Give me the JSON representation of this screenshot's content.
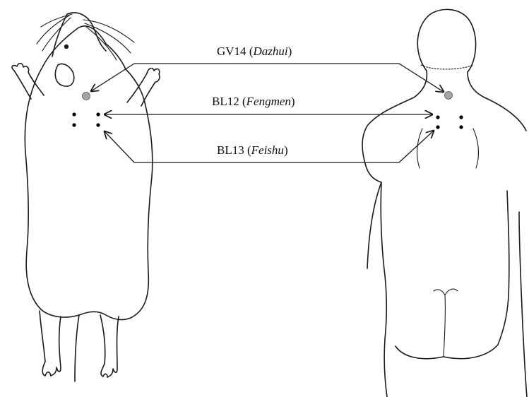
{
  "acupoints": [
    {
      "code": "GV14",
      "name": "Dazhui"
    },
    {
      "code": "BL12",
      "name": "Fengmen"
    },
    {
      "code": "BL13",
      "name": "Feishu"
    }
  ],
  "colors": {
    "line": "#1a1a1a",
    "gv14_marker_fill": "#a6a6a6",
    "bl_point_fill": "#000000"
  }
}
